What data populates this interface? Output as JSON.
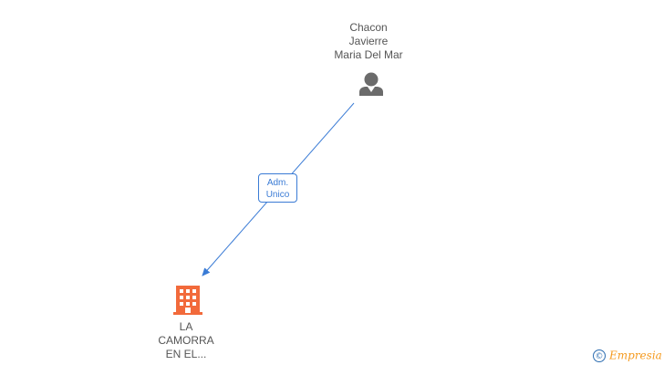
{
  "person": {
    "name_lines": [
      "Chacon",
      "Javierre",
      "Maria Del Mar"
    ],
    "icon": "person-icon",
    "color": "#6b6b6b"
  },
  "company": {
    "name_lines": [
      "LA",
      "CAMORRA",
      "EN EL..."
    ],
    "icon": "building-icon",
    "color": "#f26a3b"
  },
  "relation": {
    "label_lines": [
      "Adm.",
      "Unico"
    ],
    "color": "#3a7bd5"
  },
  "watermark": {
    "symbol": "©",
    "brand": "Empresia"
  }
}
